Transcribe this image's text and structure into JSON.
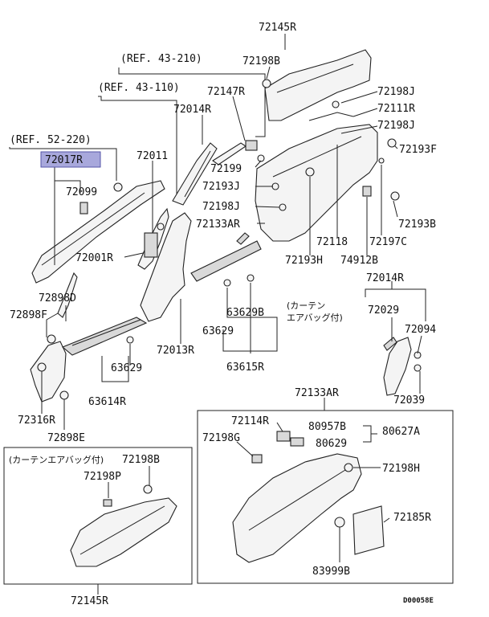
{
  "refs": {
    "ref_43_210": "(REF. 43-210)",
    "ref_43_110": "(REF. 43-110)",
    "ref_52_220": "(REF. 52-220)"
  },
  "parts": {
    "p72145R_top": "72145R",
    "p72198B_top": "72198B",
    "p72147R": "72147R",
    "p72014R_top": "72014R",
    "p72198J_a": "72198J",
    "p72111R": "72111R",
    "p72198J_b": "72198J",
    "p72193F": "72193F",
    "p72017R": "72017R",
    "p72099": "72099",
    "p72011": "72011",
    "p72199": "72199",
    "p72193J": "72193J",
    "p72198J_c": "72198J",
    "p72133AR_top": "72133AR",
    "p72193B": "72193B",
    "p72118": "72118",
    "p72197C": "72197C",
    "p72001R": "72001R",
    "p72193H": "72193H",
    "p74912B": "74912B",
    "p72898D": "72898D",
    "p72898F": "72898F",
    "p63629B": "63629B",
    "p63629_mid": "63629",
    "p72013R": "72013R",
    "p63615R": "63615R",
    "p72014R_right": "72014R",
    "p72029": "72029",
    "p72094": "72094",
    "p63629_low": "63629",
    "p63614R": "63614R",
    "p72039": "72039",
    "p72316R": "72316R",
    "p72898E": "72898E",
    "p72133AR_box": "72133AR",
    "p72114R": "72114R",
    "p80957B": "80957B",
    "p80627A": "80627A",
    "p72198G": "72198G",
    "p80629": "80629",
    "p72198B_box": "72198B",
    "p72198P": "72198P",
    "p72198H": "72198H",
    "p72185R": "72185R",
    "p83999B": "83999B",
    "p72145R_bottom": "72145R"
  },
  "notes": {
    "curtain_airbag_right": "(カーテン\nエアバッグ付)",
    "curtain_airbag_right_l1": "(カーテン",
    "curtain_airbag_right_l2": "エアバッグ付)",
    "curtain_airbag_left": "(カーテンエアバッグ付)"
  },
  "footer_code": "D00058E",
  "colors": {
    "highlight": "#a8a8dc",
    "line": "#222222"
  }
}
